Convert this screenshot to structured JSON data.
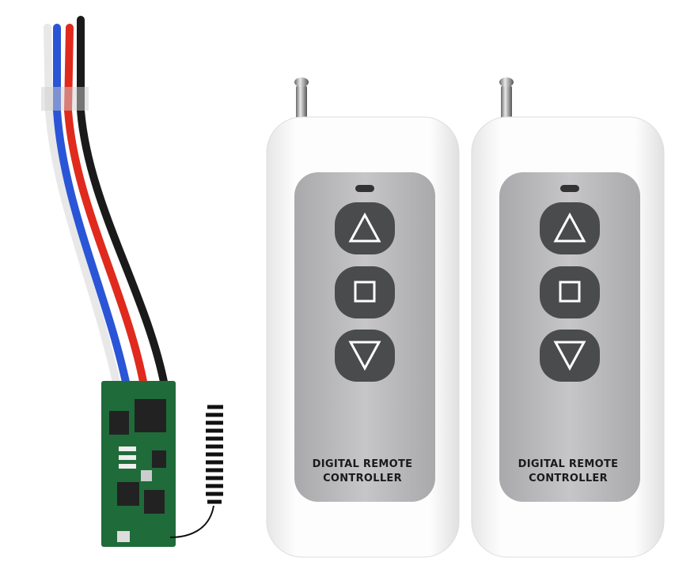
{
  "scene": {
    "remotes": [
      {
        "label_line1": "DIGITAL REMOTE",
        "label_line2": "CONTROLLER",
        "buttons": [
          "up-triangle",
          "stop-square",
          "down-triangle"
        ]
      },
      {
        "label_line1": "DIGITAL REMOTE",
        "label_line2": "CONTROLLER",
        "buttons": [
          "up-triangle",
          "stop-square",
          "down-triangle"
        ]
      }
    ],
    "receiver": {
      "wire_colors": [
        "#ffffff",
        "#2a55d6",
        "#e02a1e",
        "#1a1a1a"
      ],
      "board_color": "#1f6b3a"
    },
    "colors": {
      "remote_body": "#fbfbfb",
      "panel": "#b9b9bb",
      "button": "#4a4b4d"
    }
  }
}
